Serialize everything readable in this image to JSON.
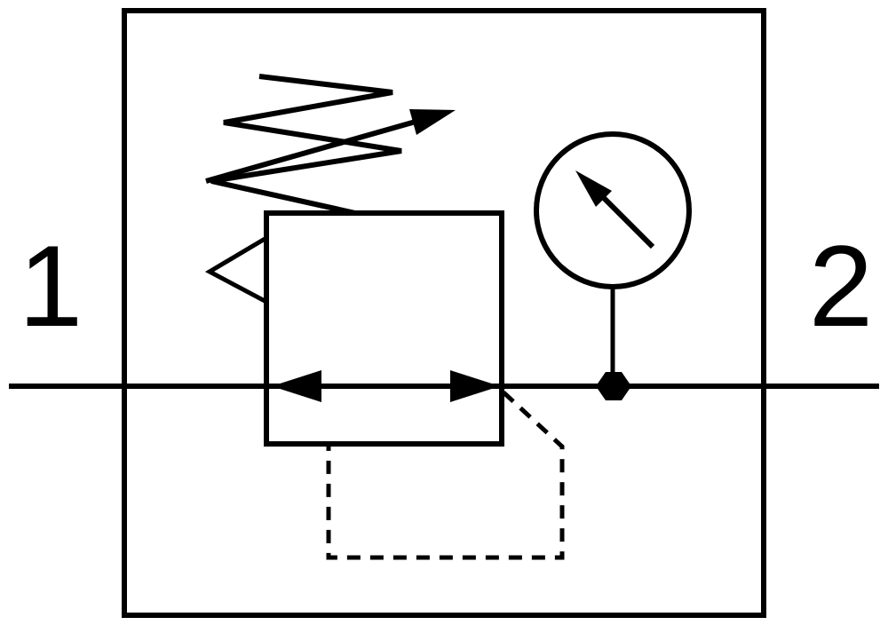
{
  "diagram": {
    "type": "pneumatic-circuit-symbol",
    "description": "pressure-regulator-with-gauge",
    "ports": {
      "port1": "1",
      "port2": "2"
    },
    "colors": {
      "line": "#000000",
      "background": "#ffffff"
    },
    "components": [
      "enclosure-box",
      "flow-line",
      "regulator-valve-body",
      "flow-arrow-left",
      "flow-arrow-right",
      "adjustment-spring",
      "adjustment-arrow",
      "relief-triangle",
      "pressure-gauge",
      "gauge-needle",
      "gauge-stem",
      "junction-node",
      "pilot-feedback-dashed-line"
    ]
  }
}
